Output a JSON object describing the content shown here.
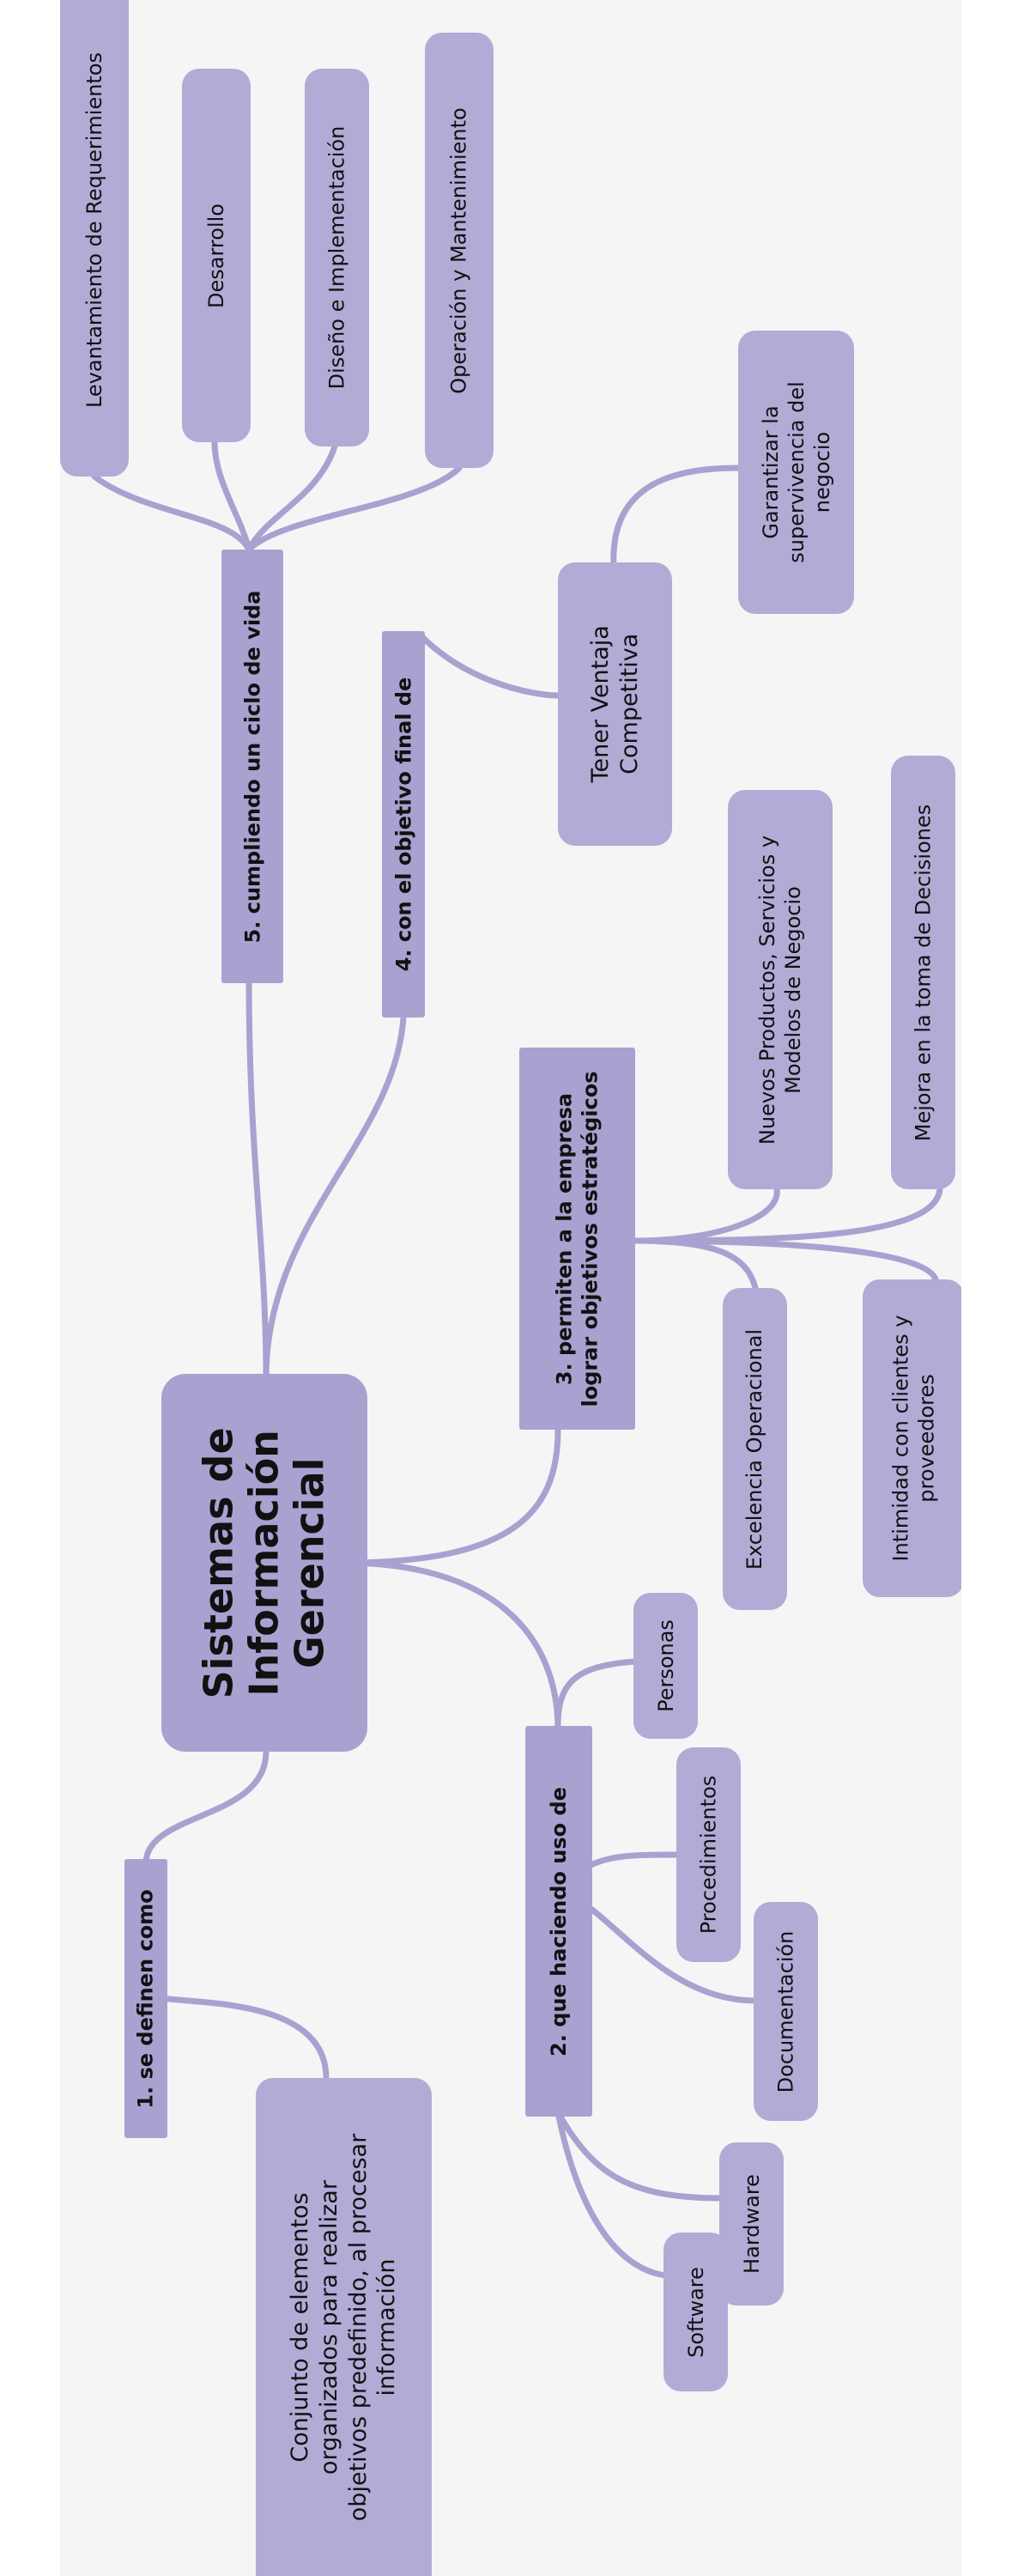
{
  "map": {
    "center": "Sistemas de\nInformación\nGerencial",
    "b1": {
      "label": "1. se definen como",
      "items": [
        "Conjunto de elementos\norganizados para realizar\nobjetivos predefinido, al procesar\ninformación"
      ]
    },
    "b2": {
      "label": "2. que haciendo uso de",
      "items": [
        "Personas",
        "Procedimientos",
        "Documentación",
        "Hardware",
        "Software"
      ]
    },
    "b3": {
      "label": "3. permiten a la empresa\nlograr objetivos estratégicos",
      "items": [
        "Nuevos Productos, Servicios y\nModelos de Negocio",
        "Mejora en la toma de Decisiones",
        "Excelencia Operacional",
        "Intimidad con clientes y\nproveedores"
      ]
    },
    "b4": {
      "label": "4. con el objetivo final de",
      "items": [
        "Tener Ventaja\nCompetitiva",
        "Garantizar la\nsupervivencia del\nnegocio"
      ]
    },
    "b5": {
      "label": "5. cumpliendo un ciclo de vida",
      "items": [
        "Levantamiento de Requerimientos",
        "Desarrollo",
        "Diseño e Implementación",
        "Operación y Mantenimiento"
      ]
    }
  },
  "colors": {
    "node": "#b1abd6",
    "connector": "#a8a2d1",
    "background": "#f5f5f6"
  }
}
